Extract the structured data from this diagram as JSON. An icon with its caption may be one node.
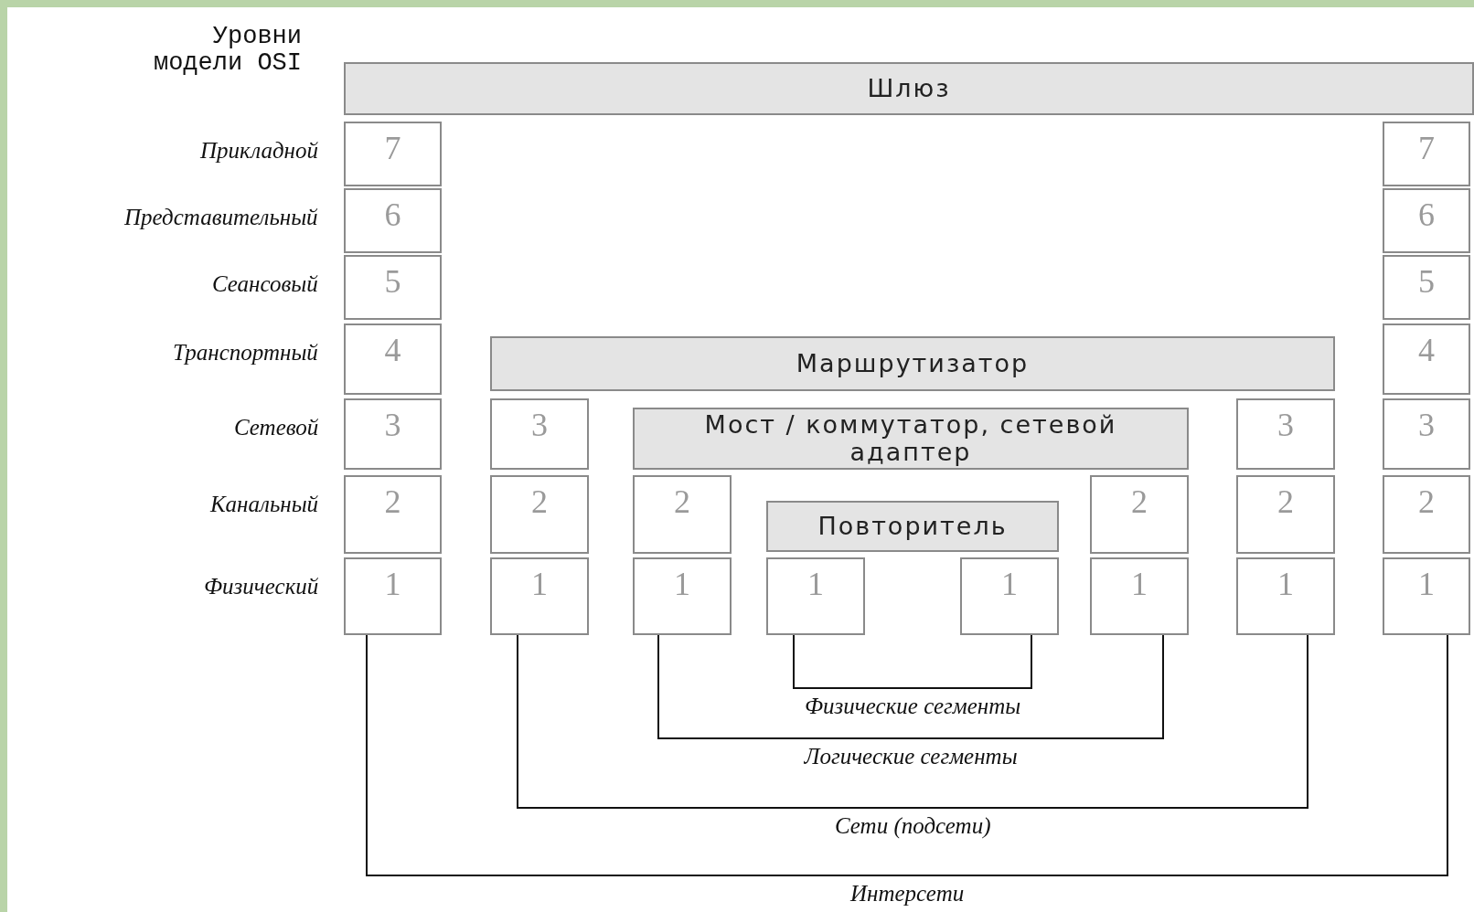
{
  "diagram": {
    "nodes": [
      {
        "text": [
          "Шлюз"
        ]
      },
      {
        "text": [
          "7"
        ]
      },
      {
        "text": [
          "7"
        ]
      },
      {
        "text": [
          "6"
        ]
      },
      {
        "text": [
          "6"
        ]
      },
      {
        "text": [
          "5"
        ]
      },
      {
        "text": [
          "5"
        ]
      },
      {
        "text": [
          "4"
        ]
      },
      {
        "text": [
          "Маршрутизатор"
        ]
      },
      {
        "text": [
          "4"
        ]
      },
      {
        "text": [
          "3"
        ]
      },
      {
        "text": [
          "3"
        ]
      },
      {
        "text": [
          "Мост / коммутатор, сетевой адаптер"
        ]
      },
      {
        "text": [
          "3"
        ]
      },
      {
        "text": [
          "3"
        ]
      },
      {
        "text": [
          "2"
        ]
      },
      {
        "text": [
          "2"
        ]
      },
      {
        "text": [
          "2"
        ]
      },
      {
        "text": [
          "Повторитель"
        ]
      },
      {
        "text": [
          "2"
        ]
      },
      {
        "text": [
          "2"
        ]
      },
      {
        "text": [
          "2"
        ]
      },
      {
        "text": [
          "1"
        ]
      },
      {
        "text": [
          "1"
        ]
      },
      {
        "text": [
          "1"
        ]
      },
      {
        "text": [
          "1"
        ]
      },
      {
        "text": [
          "1"
        ]
      },
      {
        "text": [
          "1"
        ]
      },
      {
        "text": [
          "1"
        ]
      },
      {
        "text": [
          "1"
        ]
      }
    ],
    "edges": [
      {
        "from": 25,
        "to": 26,
        "arrow": "none",
        "label": "Физические сегменты"
      },
      {
        "from": 24,
        "to": 27,
        "arrow": "none",
        "label": "Логические сегменты"
      },
      {
        "from": 23,
        "to": 28,
        "arrow": "none",
        "label": "Сети (подсети)"
      },
      {
        "from": 22,
        "to": 29,
        "arrow": "none",
        "label": "Интерсети"
      }
    ],
    "labels": [
      "Уровни модели OSI",
      "Прикладной",
      "Представительный",
      "Сеансовый",
      "Транспортный",
      "Сетевой",
      "Канальный",
      "Физический"
    ]
  }
}
